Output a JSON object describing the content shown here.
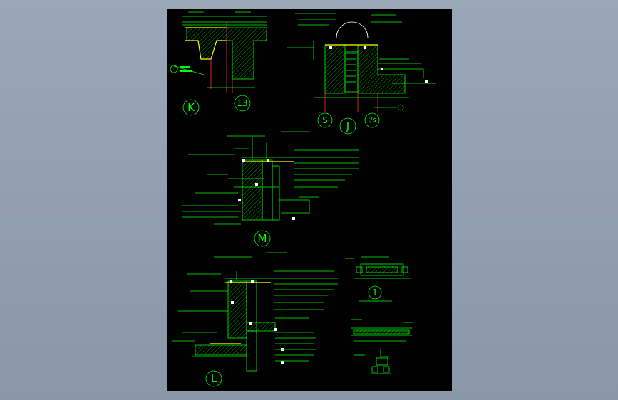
{
  "detail_tags": {
    "k": "K",
    "n13": "13",
    "s": "S",
    "j": "J",
    "is": "I/s",
    "m": "M",
    "l": "L",
    "n1": "1"
  },
  "colors": {
    "background": "#8f9cad",
    "canvas": "#000000",
    "linework": "#00ff00",
    "highlight": "#ffff00",
    "annotation": "#ffffff",
    "centerline": "#ff3030"
  }
}
